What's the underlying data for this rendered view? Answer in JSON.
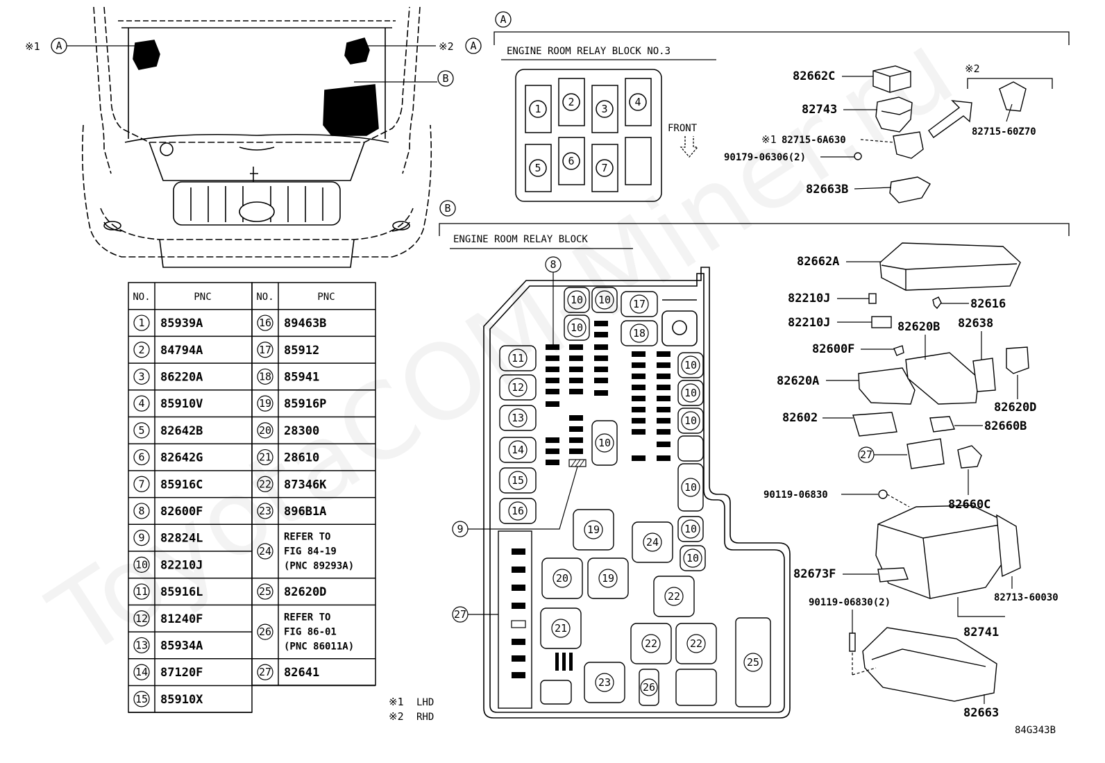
{
  "callouts": {
    "A": "A",
    "B": "B",
    "note1": "※1",
    "note2": "※2"
  },
  "sections": {
    "relay_block_no3": "ENGINE ROOM RELAY BLOCK NO.3",
    "relay_block": "ENGINE ROOM RELAY BLOCK"
  },
  "front_label": "FRONT",
  "relay_no3_slots": [
    "1",
    "2",
    "3",
    "4",
    "5",
    "6",
    "7"
  ],
  "parts_a": {
    "p82662C": "82662C",
    "p82743": "82743",
    "p82715_6A630": "82715-6A630",
    "p90179": "90179-06306(2)",
    "p82663B": "82663B",
    "p82715_60Z70": "82715-60Z70"
  },
  "parts_b": {
    "p82662A": "82662A",
    "p82210J_a": "82210J",
    "p82616": "82616",
    "p82210J_b": "82210J",
    "p82620B": "82620B",
    "p82638": "82638",
    "p82600F": "82600F",
    "p82620A": "82620A",
    "p82620D": "82620D",
    "p82602": "82602",
    "p82660B": "82660B",
    "p27": "27",
    "p90119_a": "90119-06830",
    "p82660C": "82660C",
    "p82673F": "82673F",
    "p82713": "82713-60030",
    "p90119_b": "90119-06830(2)",
    "p82741": "82741",
    "p82663": "82663"
  },
  "relay_block_labels": {
    "n8": "8",
    "n9": "9",
    "n10": "10",
    "n11": "11",
    "n12": "12",
    "n13": "13",
    "n14": "14",
    "n15": "15",
    "n16": "16",
    "n17": "17",
    "n18": "18",
    "n19": "19",
    "n20": "20",
    "n21": "21",
    "n22": "22",
    "n23": "23",
    "n24": "24",
    "n25": "25",
    "n26": "26",
    "n27": "27"
  },
  "table": {
    "headers": [
      "NO.",
      "PNC",
      "NO.",
      "PNC"
    ],
    "left": [
      {
        "no": "1",
        "pnc": "85939A"
      },
      {
        "no": "2",
        "pnc": "84794A"
      },
      {
        "no": "3",
        "pnc": "86220A"
      },
      {
        "no": "4",
        "pnc": "85910V"
      },
      {
        "no": "5",
        "pnc": "82642B"
      },
      {
        "no": "6",
        "pnc": "82642G"
      },
      {
        "no": "7",
        "pnc": "85916C"
      },
      {
        "no": "8",
        "pnc": "82600F"
      },
      {
        "no": "9",
        "pnc": "82824L"
      },
      {
        "no": "10",
        "pnc": "82210J"
      },
      {
        "no": "11",
        "pnc": "85916L"
      },
      {
        "no": "12",
        "pnc": "81240F"
      },
      {
        "no": "13",
        "pnc": "85934A"
      },
      {
        "no": "14",
        "pnc": "87120F"
      },
      {
        "no": "15",
        "pnc": "85910X"
      }
    ],
    "right": [
      {
        "no": "16",
        "pnc": "89463B"
      },
      {
        "no": "17",
        "pnc": "85912"
      },
      {
        "no": "18",
        "pnc": "85941"
      },
      {
        "no": "19",
        "pnc": "85916P"
      },
      {
        "no": "20",
        "pnc": "28300"
      },
      {
        "no": "21",
        "pnc": "28610"
      },
      {
        "no": "22",
        "pnc": "87346K"
      },
      {
        "no": "23",
        "pnc": "896B1A"
      },
      {
        "no": "24",
        "lines": [
          "REFER TO",
          "FIG 84-19",
          "(PNC 89293A)"
        ]
      },
      {
        "no": "25",
        "pnc": "82620D"
      },
      {
        "no": "26",
        "lines": [
          "REFER TO",
          "FIG 86-01",
          "(PNC 86011A)"
        ]
      },
      {
        "no": "27",
        "pnc": "82641"
      }
    ]
  },
  "notes": [
    {
      "mark": "※1",
      "text": "LHD"
    },
    {
      "mark": "※2",
      "text": "RHD"
    }
  ],
  "figure_id": "84G343B",
  "watermark": "ToyotaCOM-Miner.ru"
}
